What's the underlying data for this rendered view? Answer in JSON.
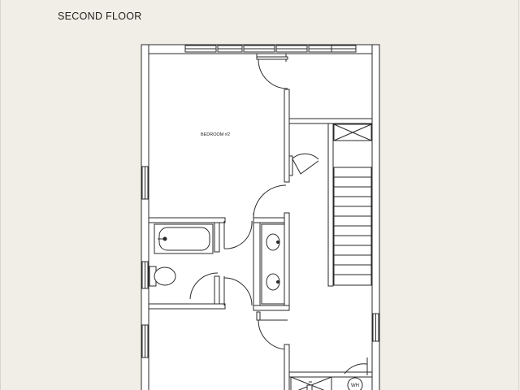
{
  "page": {
    "title": "SECOND FLOOR"
  },
  "rooms": {
    "bedroom_2": "BEDROOM #2",
    "water_heater": "WH"
  },
  "colors": {
    "background": "#f1eee7",
    "floor": "#ffffff",
    "line": "#2a2a2a",
    "wall_fill": "#ffffff"
  }
}
